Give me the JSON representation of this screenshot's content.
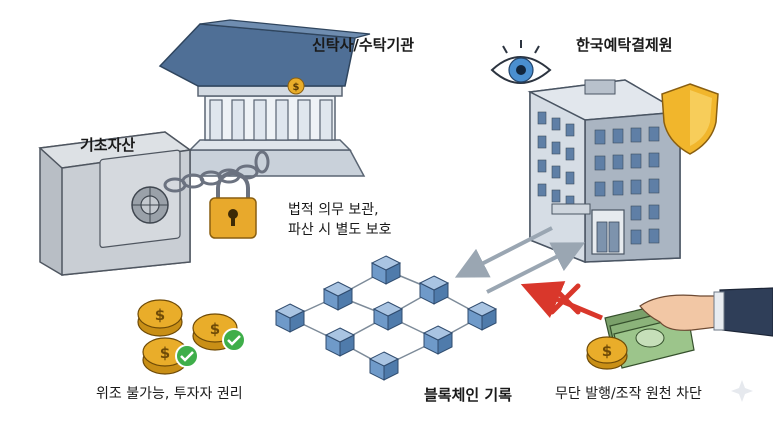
{
  "labels": {
    "trustee": "신탁사/수탁기관",
    "csd": "한국예탁결제원",
    "underlying_asset": "기초자산",
    "legal_custody_line1": "법적 의무 보관,",
    "legal_custody_line2": "파산 시 별도 보호",
    "anti_forgery": "위조 불가능, 투자자 권리",
    "blockchain_record": "블록체인 기록",
    "block_unauthorized": "무단 발행/조작 원천 차단"
  },
  "icons": {
    "coin_symbol": "$",
    "bank_coin_symbol": "$"
  },
  "colors": {
    "bank_roof": "#4f6f96",
    "bank_column": "#dfe6ee",
    "safe_body": "#c9ced4",
    "padlock": "#e8a92c",
    "block_cube": "#6f9ac9",
    "coin_gold": "#e9ad2a",
    "check_green": "#3fae4a",
    "shield_gold": "#f1b62c",
    "eye_blue": "#4a8fd0",
    "block_red": "#d9372b",
    "arrow_gray": "#9aa6b2"
  }
}
